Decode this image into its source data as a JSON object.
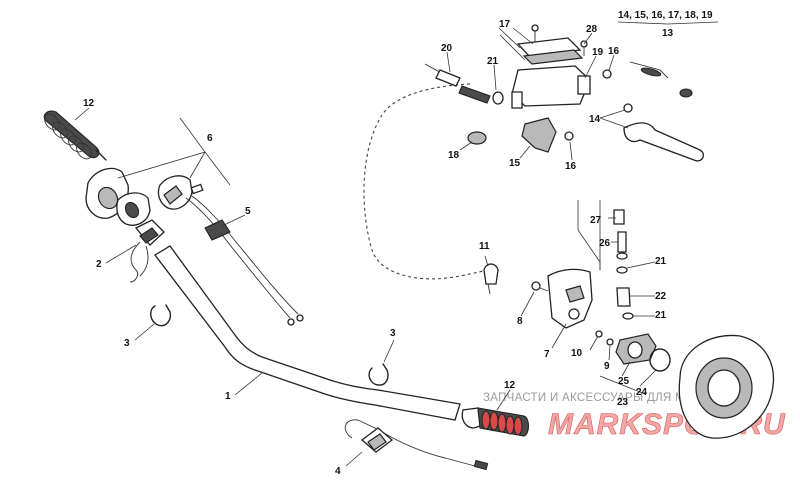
{
  "group_callout": {
    "top": "14, 15, 16, 17, 18, 19",
    "bottom": "13"
  },
  "labels": [
    {
      "id": "1",
      "text": "1"
    },
    {
      "id": "2",
      "text": "2"
    },
    {
      "id": "3a",
      "text": "3"
    },
    {
      "id": "3b",
      "text": "3"
    },
    {
      "id": "4",
      "text": "4"
    },
    {
      "id": "5",
      "text": "5"
    },
    {
      "id": "6",
      "text": "6"
    },
    {
      "id": "7",
      "text": "7"
    },
    {
      "id": "8",
      "text": "8"
    },
    {
      "id": "9",
      "text": "9"
    },
    {
      "id": "10",
      "text": "10"
    },
    {
      "id": "11",
      "text": "11"
    },
    {
      "id": "12a",
      "text": "12"
    },
    {
      "id": "12b",
      "text": "12"
    },
    {
      "id": "14",
      "text": "14"
    },
    {
      "id": "15",
      "text": "15"
    },
    {
      "id": "16a",
      "text": "16"
    },
    {
      "id": "16b",
      "text": "16"
    },
    {
      "id": "17",
      "text": "17"
    },
    {
      "id": "18",
      "text": "18"
    },
    {
      "id": "19",
      "text": "19"
    },
    {
      "id": "20",
      "text": "20"
    },
    {
      "id": "21a",
      "text": "21"
    },
    {
      "id": "21b",
      "text": "21"
    },
    {
      "id": "21c",
      "text": "21"
    },
    {
      "id": "22",
      "text": "22"
    },
    {
      "id": "23",
      "text": "23"
    },
    {
      "id": "24",
      "text": "24"
    },
    {
      "id": "25",
      "text": "25"
    },
    {
      "id": "26",
      "text": "26"
    },
    {
      "id": "27",
      "text": "27"
    },
    {
      "id": "28",
      "text": "28"
    }
  ],
  "watermark": {
    "text": "ЗАПЧАСТИ И АКСЕССУАРЫ ДЛЯ МОТОТЕХНИКИ",
    "logo": "MARKSPOR.RU"
  },
  "colors": {
    "line": "#222222",
    "watermark_text": "#9a9a9a",
    "watermark_logo": "#d65a5a"
  }
}
